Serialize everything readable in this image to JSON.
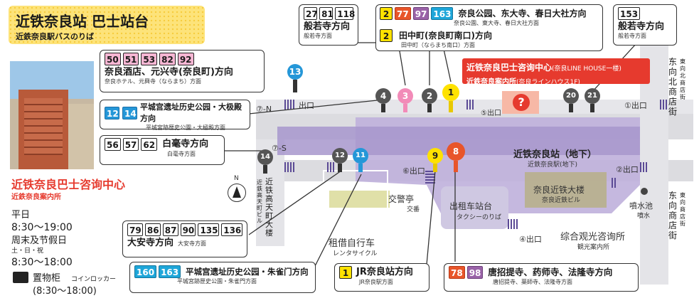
{
  "title": {
    "main": "近铁奈良站 巴士站台",
    "sub": "近鉄奈良駅バスのりば"
  },
  "info": {
    "center_name": "近铁奈良巴士咨询中心",
    "center_sub": "近鉄奈良案内所",
    "weekday_label": "平日",
    "weekday_hours": "8:30～19:00",
    "holiday_label": "周末及节假日",
    "holiday_sub": "土・日・祝",
    "holiday_hours": "8:30～18:00",
    "locker_label": "置物柜",
    "locker_sub": "コインロッカー",
    "locker_hours": "(8:30～18:00)"
  },
  "callouts": {
    "c50": {
      "nums": [
        "50",
        "51",
        "53",
        "82",
        "92"
      ],
      "dest": "奈良酒店、元兴寺(奈良町)方向",
      "sub": "奈良ホテル、元興寺（ならまち）方面"
    },
    "c12": {
      "nums": [
        "12",
        "14"
      ],
      "dest": "平城宫遗址历史公园・大极殿方向",
      "sub": "平城宮跡歴史公園・大極殿方面"
    },
    "c56": {
      "nums": [
        "56",
        "57",
        "62"
      ],
      "dest": "白毫寺方向",
      "sub": "白毫寺方面"
    },
    "c27": {
      "nums": [
        "27",
        "81",
        "118"
      ],
      "dest": "般若寺方向",
      "sub": "般若寺方面"
    },
    "c2a": {
      "nums": [
        "2",
        "77",
        "97",
        "163"
      ],
      "dest": "奈良公园、东大寺、春日大社方向",
      "sub": "奈良公園、東大寺、春日大社方面"
    },
    "c2b": {
      "nums": [
        "2"
      ],
      "dest": "田中町(奈良町南口)方向",
      "sub": "田中町（ならまち南口）方面"
    },
    "c153": {
      "nums": [
        "153"
      ],
      "dest": "般若寺方向",
      "sub": "般若寺方面"
    },
    "c79": {
      "nums": [
        "79",
        "86",
        "87",
        "90",
        "135",
        "136"
      ],
      "dest": "大安寺方向",
      "sub": "大安寺方面"
    },
    "c160": {
      "nums": [
        "160",
        "163"
      ],
      "dest": "平城宫遗址历史公园・朱雀门方向",
      "sub": "平城宮跡歴史公園・朱雀門方面"
    },
    "c1": {
      "nums": [
        "1"
      ],
      "dest": "JR奈良站方向",
      "sub": "JR奈良駅方面"
    },
    "c78": {
      "nums": [
        "78",
        "98"
      ],
      "dest": "唐招提寺、药师寺、法隆寺方向",
      "sub": "唐招提寺、薬師寺、法隆寺方面"
    }
  },
  "red_box": {
    "line1": "近铁奈良巴士咨询中心",
    "line1b": "(奈良LINE HOUSE一楼)",
    "line2": "近鉄奈良案内所",
    "line2b": "(奈良ラインハウス1F)"
  },
  "stops": [
    "13",
    "4",
    "3",
    "2",
    "1",
    "20",
    "21",
    "14",
    "12",
    "11",
    "9",
    "8"
  ],
  "map_labels": {
    "station": "近铁奈良站（地下）",
    "station_sub": "近鉄奈良駅(地下)",
    "building": "奈良近铁大楼",
    "building_sub": "奈良近鉄ビル",
    "taxi": "出租车站台",
    "taxi_sub": "タクシーのりば",
    "police": "交警亭",
    "police_sub": "交番",
    "bike": "租借自行车",
    "bike_sub": "レンタサイクル",
    "tourist": "综合观光咨询所",
    "tourist_sub": "観光案内所",
    "pond": "噴水池",
    "pond_sub": "噴水",
    "street1": "近铁高天町大楼",
    "street1_sub": "近鉄高天町ビル",
    "north_st": "东向北商店街",
    "north_st_sub": "東向北商店街",
    "south_st": "东向商店街",
    "south_st_sub": "東向商店街",
    "exit1": "①出口",
    "exit2": "②出口",
    "exit4": "④出口",
    "exit5": "⑤出口",
    "exit6": "⑥出口",
    "exit7n": "⑦-N",
    "exit7s": "⑦-S",
    "exit_word": "出口",
    "compass": "N"
  },
  "colors": {
    "road": "#d9d9dc",
    "plaza": "#b9a9d6",
    "plaza_dark": "#8d7fb8",
    "title_bg": "#fde37a",
    "red": "#e63a2e"
  }
}
